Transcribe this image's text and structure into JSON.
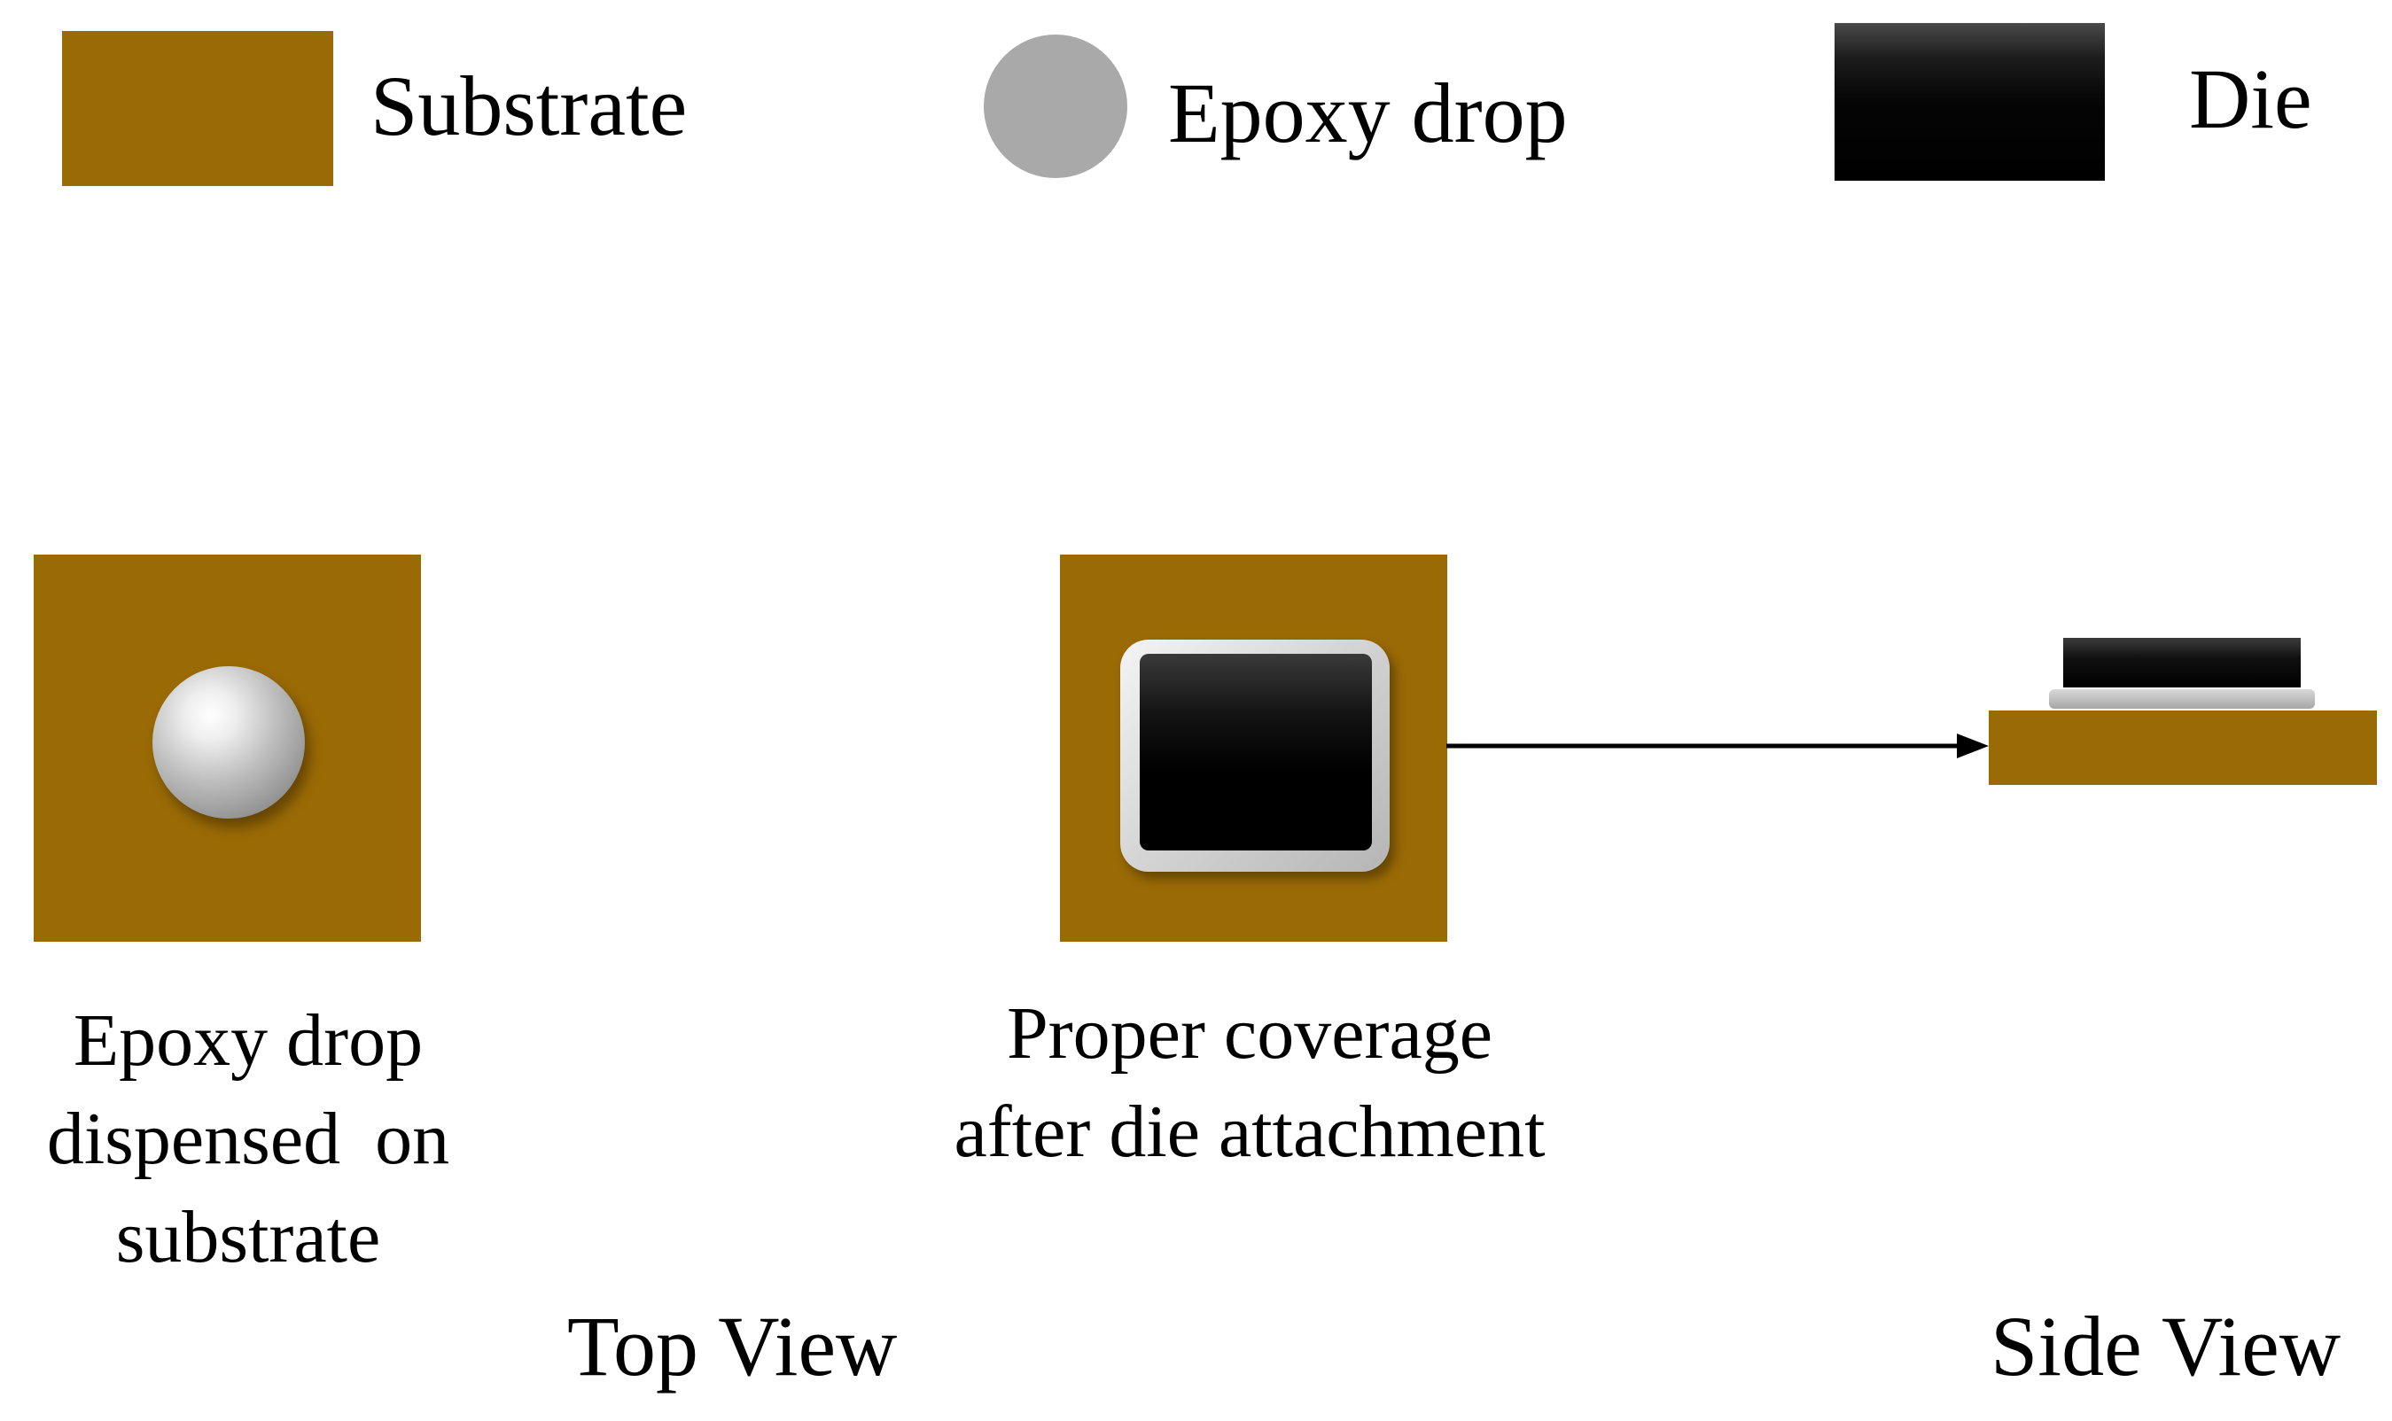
{
  "legend": {
    "substrate_label": "Substrate",
    "epoxy_label": "Epoxy drop",
    "die_label": "Die"
  },
  "captions": {
    "epoxy_dispensed": [
      "Epoxy drop",
      "dispensed on",
      "substrate"
    ],
    "proper_coverage": [
      "Proper coverage",
      "after die attachment"
    ]
  },
  "views": {
    "top": "Top View",
    "side": "Side View"
  },
  "colors": {
    "substrate": "#9a6a05",
    "epoxy": "#a9a9a9",
    "die": "#000000",
    "arrow": "#000000"
  }
}
